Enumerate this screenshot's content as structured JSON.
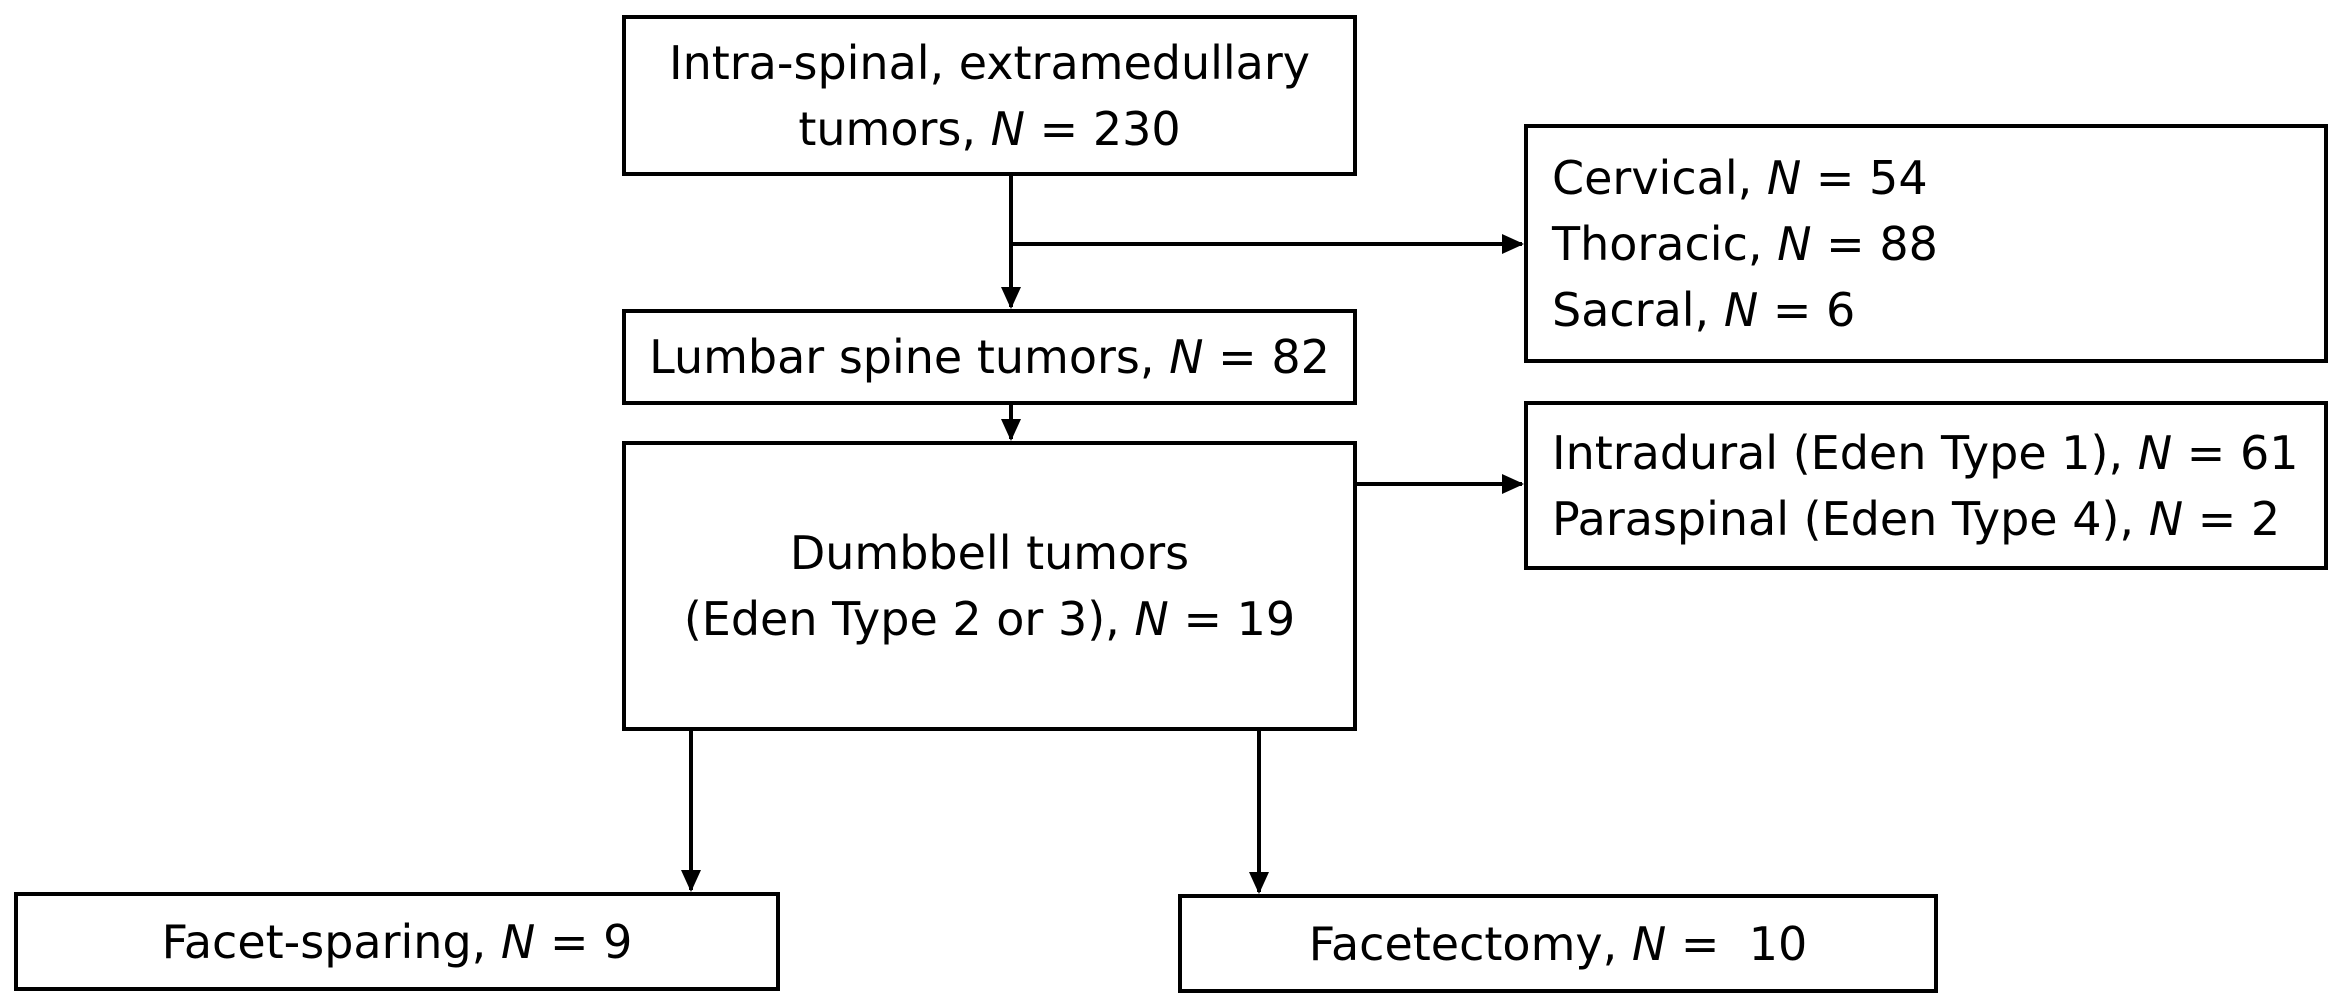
{
  "nodes": {
    "total": {
      "prefix": "Intra-spinal, extramedullary",
      "line2_pre": "tumors, ",
      "n": "N",
      "value": " = 230"
    },
    "lumbar": {
      "pre": "Lumbar spine tumors, ",
      "n": "N",
      "value": " = 82"
    },
    "excluded_regions": [
      {
        "pre": "Cervical, ",
        "n": "N",
        "value": " = 54"
      },
      {
        "pre": "Thoracic, ",
        "n": "N",
        "value": " = 88"
      },
      {
        "pre": "Sacral, ",
        "n": "N",
        "value": " = 6"
      }
    ],
    "excluded_types": [
      {
        "pre": "Intradural (Eden Type 1), ",
        "n": "N",
        "value": " = 61"
      },
      {
        "pre": "Paraspinal (Eden Type 4), ",
        "n": "N",
        "value": " = 2"
      }
    ],
    "dumbbell": {
      "line1": "Dumbbell tumors",
      "line2_pre": "(Eden Type 2 or 3), ",
      "n": "N",
      "value": " = 19"
    },
    "facet_sparing": {
      "pre": "Facet-sparing, ",
      "n": "N",
      "value": " = 9"
    },
    "facetectomy": {
      "pre": "Facetectomy, ",
      "n": "N",
      "value": " =  10"
    }
  }
}
